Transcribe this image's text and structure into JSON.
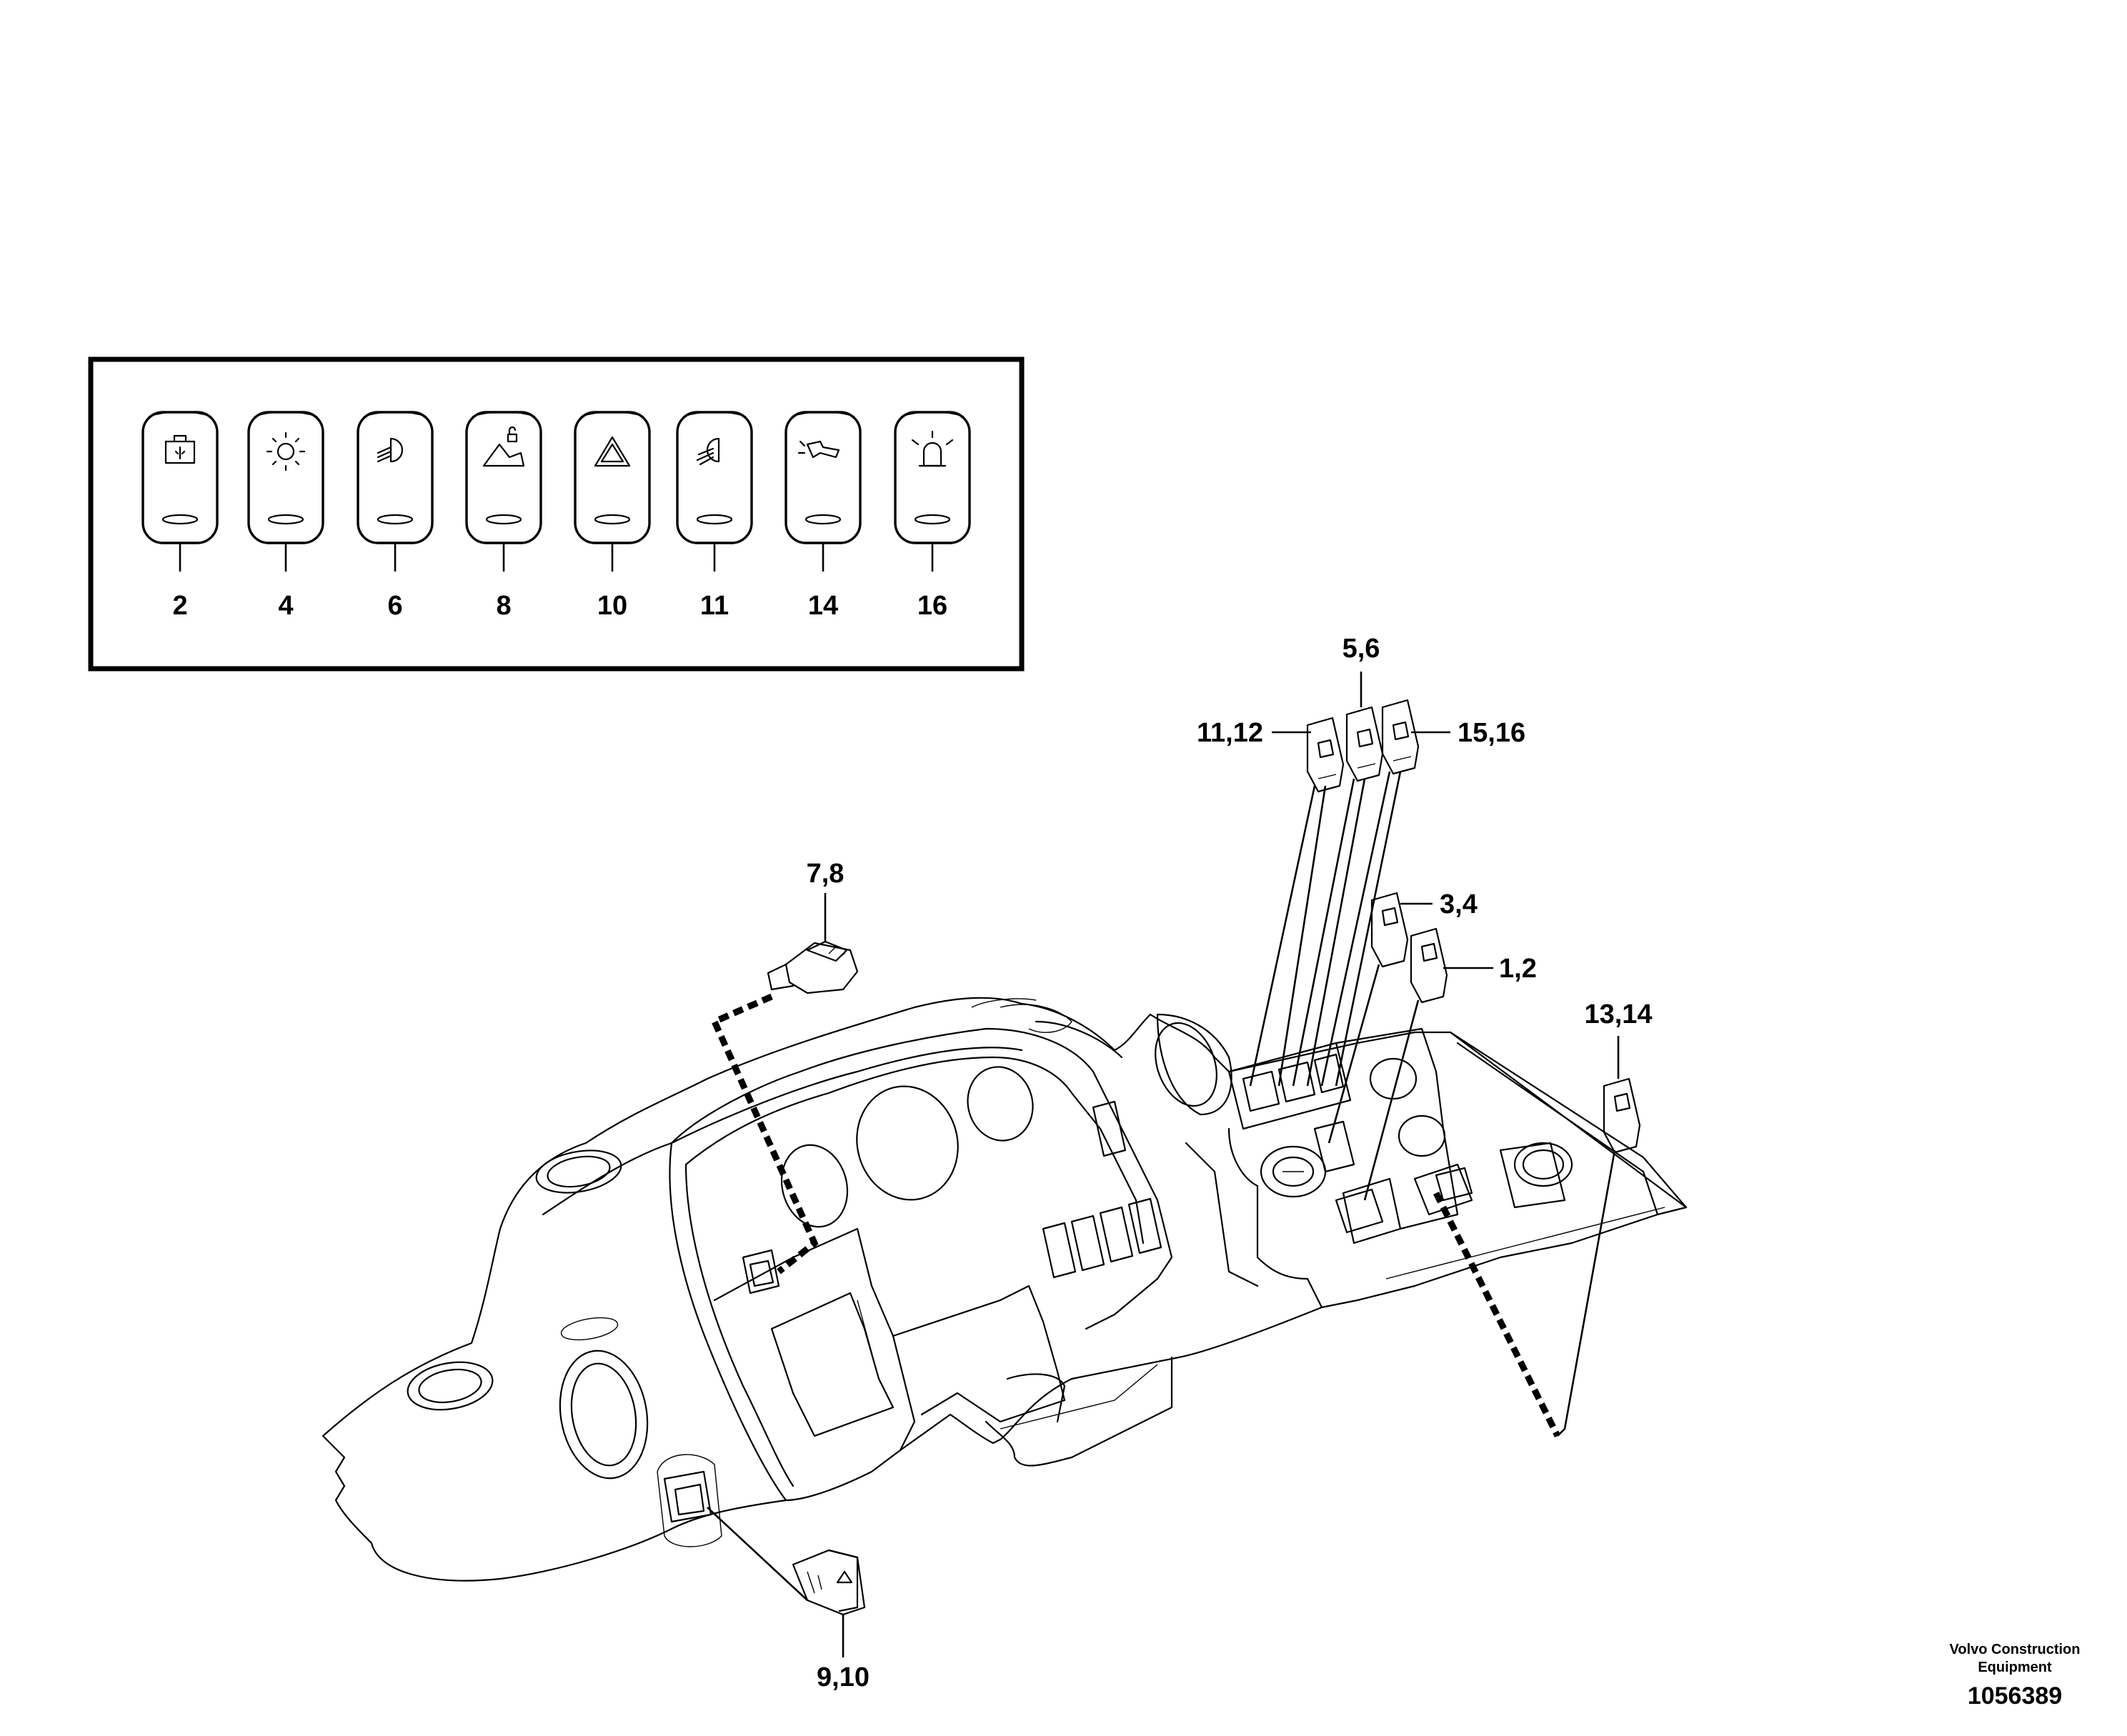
{
  "legend": {
    "switches": [
      {
        "label": "2",
        "icon": "wiper-washer-icon"
      },
      {
        "label": "4",
        "icon": "work-light-icon"
      },
      {
        "label": "6",
        "icon": "headlight-icon"
      },
      {
        "label": "8",
        "icon": "attachment-lock-icon"
      },
      {
        "label": "10",
        "icon": "hazard-warning-icon"
      },
      {
        "label": "11",
        "icon": "work-light-front-icon"
      },
      {
        "label": "14",
        "icon": "boom-suspension-icon"
      },
      {
        "label": "16",
        "icon": "rotating-beacon-icon"
      }
    ]
  },
  "callouts": {
    "c56": "5,6",
    "c1112": "11,12",
    "c1516": "15,16",
    "c78": "7,8",
    "c34": "3,4",
    "c12": "1,2",
    "c1314": "13,14",
    "c910": "9,10"
  },
  "footer": {
    "company_line1": "Volvo Construction",
    "company_line2": "Equipment",
    "part_number": "1056389"
  }
}
